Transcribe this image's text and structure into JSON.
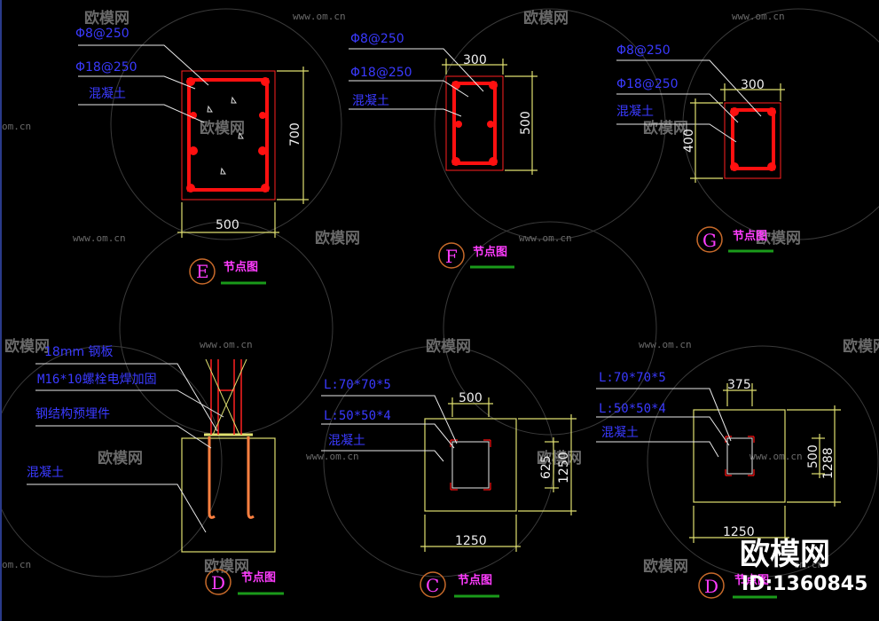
{
  "watermark": {
    "url": "www.om.cn",
    "brand": "欧模网",
    "url_left_fragment": "om.cn"
  },
  "overlay": {
    "brand": "欧模网",
    "id_text": "ID:1360845"
  },
  "details": {
    "E": {
      "tag": "E",
      "title": "节点图",
      "labels": [
        "Φ8@250",
        "Φ18@250",
        "混凝土"
      ],
      "dim_width": "500",
      "dim_height": "700"
    },
    "F": {
      "tag": "F",
      "title": "节点图",
      "labels": [
        "Φ8@250",
        "Φ18@250",
        "混凝土"
      ],
      "dim_width": "300",
      "dim_height": "500"
    },
    "G": {
      "tag": "G",
      "title": "节点图",
      "labels": [
        "Φ8@250",
        "Φ18@250",
        "混凝土"
      ],
      "dim_width": "300",
      "dim_height": "400"
    },
    "D1": {
      "tag": "D",
      "title": "节点图",
      "labels": [
        "18mm 钢板",
        "M16*10螺栓电焊加固",
        "钢结构预埋件",
        "混凝土"
      ]
    },
    "C": {
      "tag": "C",
      "title": "节点图",
      "labels": [
        "L:70*70*5",
        "L:50*50*4",
        "混凝土"
      ],
      "dim_top": "500",
      "dim_right_inner": "625",
      "dim_right_outer": "1250",
      "dim_bottom": "1250"
    },
    "D2": {
      "tag": "D",
      "title": "节点图",
      "labels": [
        "L:70*70*5",
        "L:50*50*4",
        "混凝土"
      ],
      "dim_top": "375",
      "dim_right_inner": "500",
      "dim_right_outer": "1288",
      "dim_bottom": "1250"
    }
  }
}
